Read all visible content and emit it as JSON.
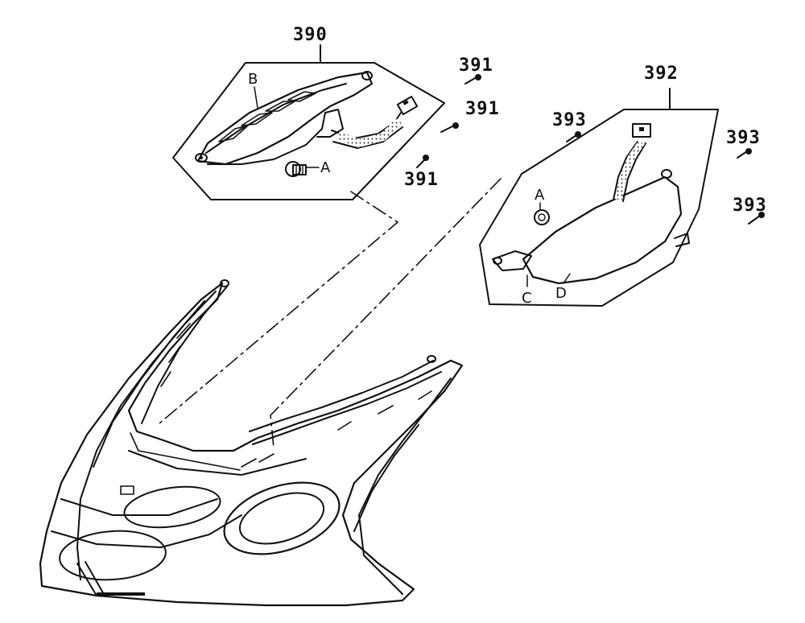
{
  "part_numbers": {
    "p390": "390",
    "p391a": "391",
    "p391b": "391",
    "p391c": "391",
    "p392": "392",
    "p393a": "393",
    "p393b": "393",
    "p393c": "393"
  },
  "callouts": {
    "left_A": "A",
    "left_B": "B",
    "right_A": "A",
    "right_C": "C",
    "right_D": "D"
  },
  "colors": {
    "ink": "#111111",
    "paper": "#ffffff",
    "lens_fill": "#cfcfcf"
  }
}
